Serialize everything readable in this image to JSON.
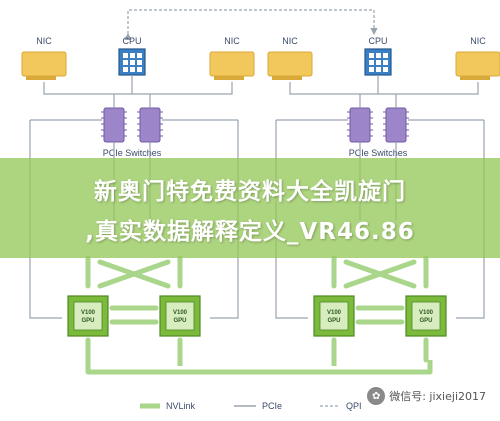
{
  "labels": {
    "nic": "NIC",
    "cpu": "CPU",
    "pcie_switches": "PCIe Switches",
    "gpu": "V100\nGPU"
  },
  "gpu_line1": "V100",
  "gpu_line2": "GPU",
  "banner": {
    "line1": "新奥门特免费资料大全凯旋门",
    ",line2": "",
    "line2": ",真实数据解释定义_VR46.86"
  },
  "legend": {
    "nvlink": "NVLink",
    "pcie": "PCIe",
    "qpi": "QPI"
  },
  "watermark": {
    "text": "微信号: jixieji2017"
  },
  "colors": {
    "nic": "#f2c75c",
    "cpu": "#3b7fc4",
    "pcie_switch": "#9c85c9",
    "gpu": "#7cba3b",
    "nvlink": "#a9d68a",
    "line": "#9aa3b0"
  }
}
